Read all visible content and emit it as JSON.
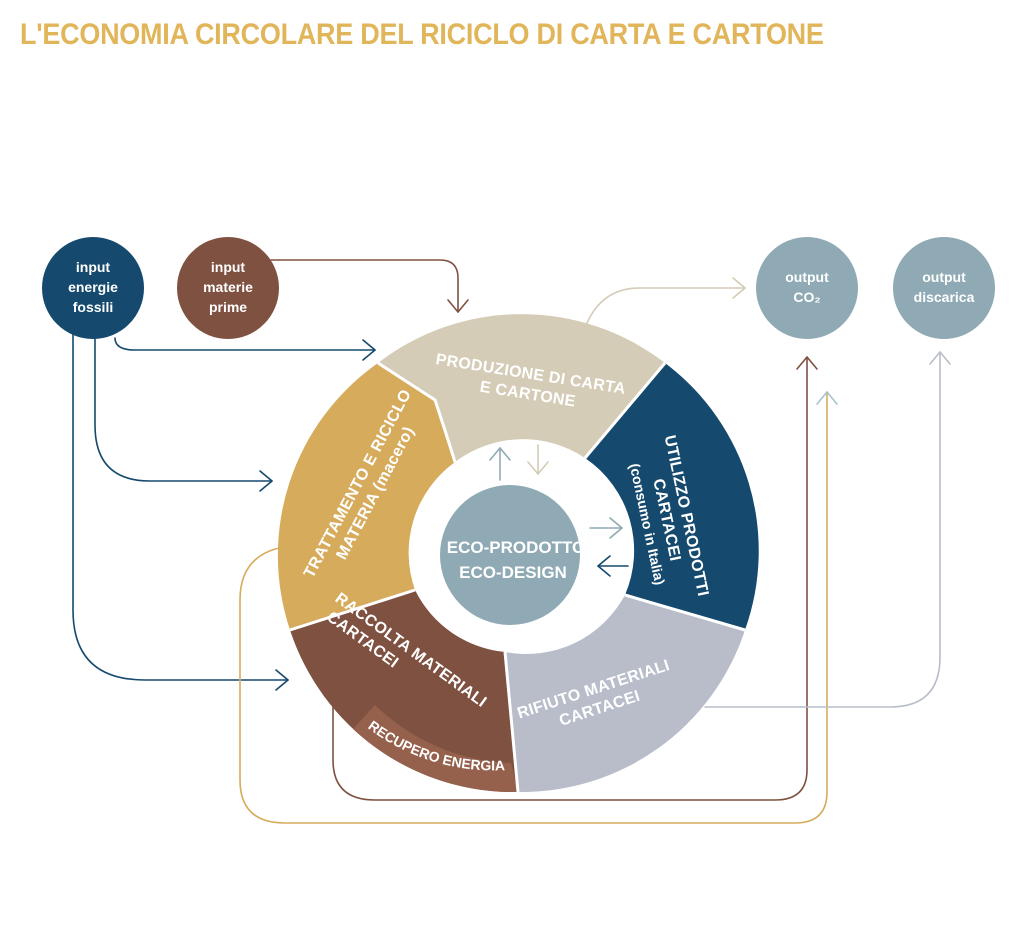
{
  "title": "L'ECONOMIA CIRCOLARE DEL RICICLO DI CARTA E CARTONE",
  "colors": {
    "title": "#e1b559",
    "navy": "#154a6e",
    "brown": "#7f5141",
    "beige": "#d4ccb6",
    "gold": "#d6ab5c",
    "slate": "#b9bdca",
    "teal": "#8faab4",
    "energy": "#95604c"
  },
  "nodes": {
    "input_energie": [
      "input",
      "energie",
      "fossili"
    ],
    "input_materie": [
      "input",
      "materie",
      "prime"
    ],
    "output_co2": [
      "output",
      "CO₂"
    ],
    "output_discarica": [
      "output",
      "discarica"
    ]
  },
  "segments": {
    "produzione": [
      "PRODUZIONE DI CARTA",
      "E CARTONE"
    ],
    "utilizzo": [
      "UTILIZZO PRODOTTI",
      "CARTACEI"
    ],
    "utilizzo_sub": "(consumo in Italia)",
    "rifiuto": [
      "RIFIUTO MATERIALI",
      "CARTACEI"
    ],
    "raccolta": [
      "RACCOLTA MATERIALI",
      "CARTACEI"
    ],
    "recupero": "RECUPERO ENERGIA",
    "trattamento": [
      "TRATTAMENTO E RICICLO",
      "MATERIA (macero)"
    ]
  },
  "center": [
    "ECO-PRODOTTO",
    "ECO-DESIGN"
  ]
}
